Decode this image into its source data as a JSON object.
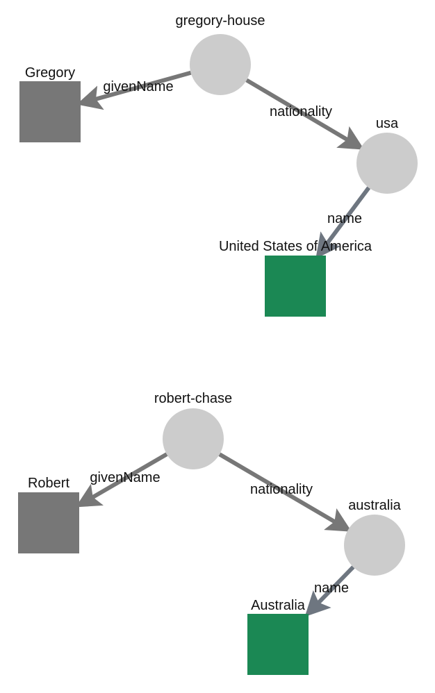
{
  "colors": {
    "resource_node": "#cccccc",
    "literal_node": "#777777",
    "name_literal_node": "#1b8854",
    "edge": "#777777",
    "name_edge": "#6e7680"
  },
  "graphs": [
    {
      "nodes": [
        {
          "id": "gregory-house",
          "label": "gregory-house",
          "shape": "circle",
          "kind": "resource"
        },
        {
          "id": "Gregory",
          "label": "Gregory",
          "shape": "square",
          "kind": "literal"
        },
        {
          "id": "usa",
          "label": "usa",
          "shape": "circle",
          "kind": "resource"
        },
        {
          "id": "usa-name",
          "label": "United States of America",
          "shape": "square",
          "kind": "name_literal"
        }
      ],
      "edges": [
        {
          "from": "gregory-house",
          "to": "Gregory",
          "label": "givenName"
        },
        {
          "from": "gregory-house",
          "to": "usa",
          "label": "nationality"
        },
        {
          "from": "usa",
          "to": "usa-name",
          "label": "name"
        }
      ]
    },
    {
      "nodes": [
        {
          "id": "robert-chase",
          "label": "robert-chase",
          "shape": "circle",
          "kind": "resource"
        },
        {
          "id": "Robert",
          "label": "Robert",
          "shape": "square",
          "kind": "literal"
        },
        {
          "id": "australia",
          "label": "australia",
          "shape": "circle",
          "kind": "resource"
        },
        {
          "id": "australia-name",
          "label": "Australia",
          "shape": "square",
          "kind": "name_literal"
        }
      ],
      "edges": [
        {
          "from": "robert-chase",
          "to": "Robert",
          "label": "givenName"
        },
        {
          "from": "robert-chase",
          "to": "australia",
          "label": "nationality"
        },
        {
          "from": "australia",
          "to": "australia-name",
          "label": "name"
        }
      ]
    }
  ]
}
